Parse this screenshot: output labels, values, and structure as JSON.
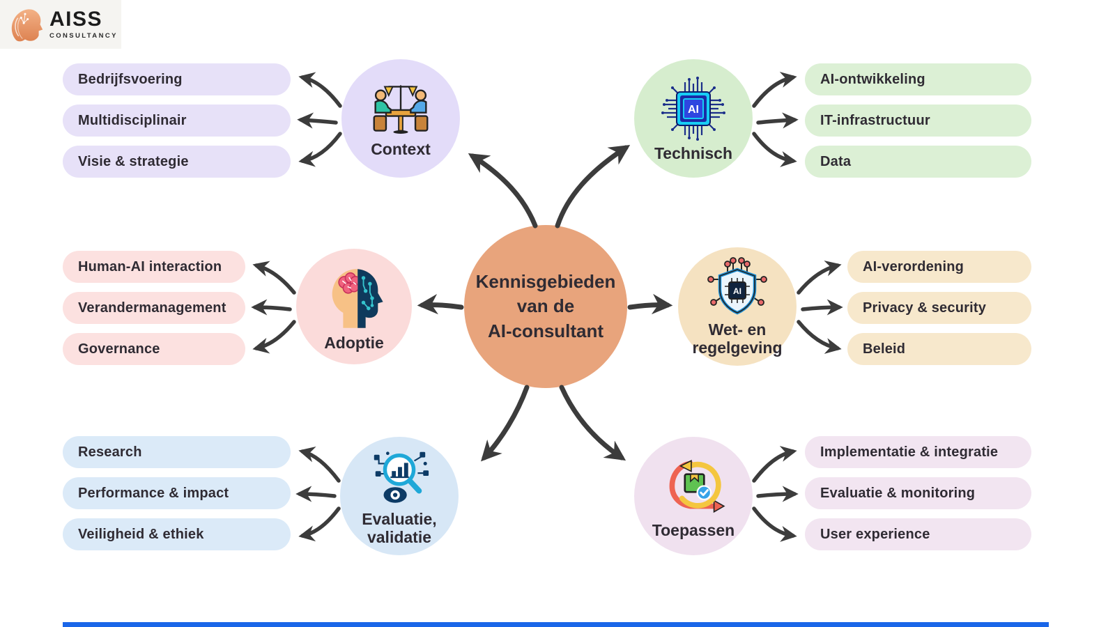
{
  "logo": {
    "brand": "AISS",
    "subtitle": "CONSULTANCY",
    "icon": "ai-woman-head-logo"
  },
  "center": {
    "title": "Kennisgebieden\nvan de\nAI-consultant",
    "bg_color": "#E8A47C"
  },
  "branches": [
    {
      "id": "context",
      "label": "Context",
      "icon": "negotiation-scale-icon",
      "circle_color": "#E3DCF9",
      "pill_color": "#E7E1F8",
      "items": [
        "Bedrijfsvoering",
        "Multidisciplinair",
        "Visie & strategie"
      ]
    },
    {
      "id": "technisch",
      "label": "Technisch",
      "icon": "ai-chip-icon",
      "circle_color": "#D6EDCE",
      "pill_color": "#DCF0D5",
      "items": [
        "AI-ontwikkeling",
        "IT-infrastructuur",
        "Data"
      ]
    },
    {
      "id": "adoptie",
      "label": "Adoptie",
      "icon": "human-ai-head-icon",
      "circle_color": "#FBDBDA",
      "pill_color": "#FCE1E0",
      "items": [
        "Human-AI interaction",
        "Verandermanagement",
        "Governance"
      ]
    },
    {
      "id": "wet-en-regelgeving",
      "label": "Wet- en\nregelgeving",
      "icon": "ai-shield-icon",
      "circle_color": "#F5E2C1",
      "pill_color": "#F7E8CC",
      "items": [
        "AI-verordening",
        "Privacy & security",
        "Beleid"
      ]
    },
    {
      "id": "evaluatie-validatie",
      "label": "Evaluatie,\nvalidatie",
      "icon": "analysis-magnifier-icon",
      "circle_color": "#D7E7F6",
      "pill_color": "#DBEAF8",
      "items": [
        "Research",
        "Performance & impact",
        "Veiligheid & ethiek"
      ]
    },
    {
      "id": "toepassen",
      "label": "Toepassen",
      "icon": "agile-loop-icon",
      "circle_color": "#F0E1EF",
      "pill_color": "#F2E5F1",
      "items": [
        "Implementatie & integratie",
        "Evaluatie & monitoring",
        "User experience"
      ]
    }
  ],
  "arrow_color": "#3C3C3C",
  "footer": {
    "accent_bar_color": "#1A66E8"
  }
}
